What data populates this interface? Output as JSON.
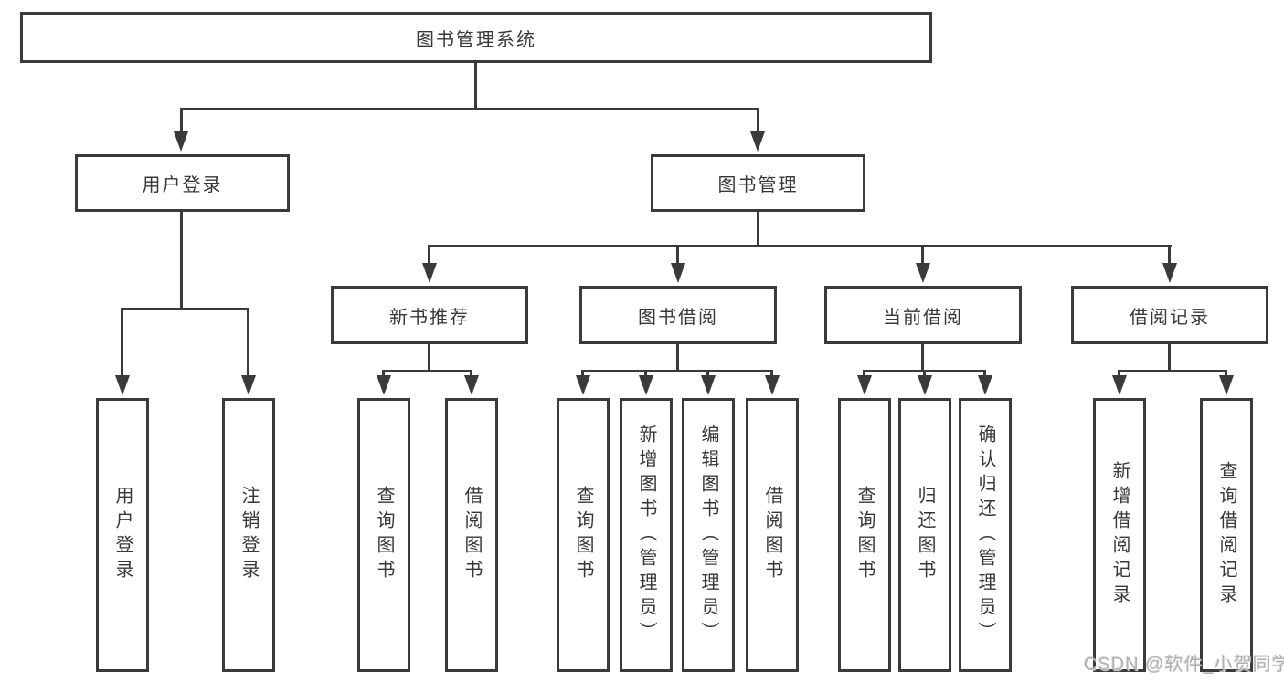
{
  "title": "图书管理系统",
  "branches": {
    "user_login": {
      "label": "用户登录",
      "leaves": [
        "用户登录",
        "注销登录"
      ]
    },
    "book_management": {
      "label": "图书管理",
      "sections": {
        "new_book_recommend": {
          "label": "新书推荐",
          "leaves": [
            "查询图书",
            "借阅图书"
          ]
        },
        "book_borrow": {
          "label": "图书借阅",
          "leaves": [
            "查询图书",
            "新增图书（管理员）",
            "编辑图书（管理员）",
            "借阅图书"
          ]
        },
        "current_borrow": {
          "label": "当前借阅",
          "leaves": [
            "查询图书",
            "归还图书",
            "确认归还（管理员）"
          ]
        },
        "borrow_record": {
          "label": "借阅记录",
          "leaves": [
            "新增借阅记录",
            "查询借阅记录"
          ]
        }
      }
    }
  },
  "watermark": "CSDN @软件_小贺同学",
  "colors": {
    "line": "#3a3a3a",
    "text": "#383838",
    "watermark": "#b0b0b0",
    "background": "#ffffff"
  }
}
